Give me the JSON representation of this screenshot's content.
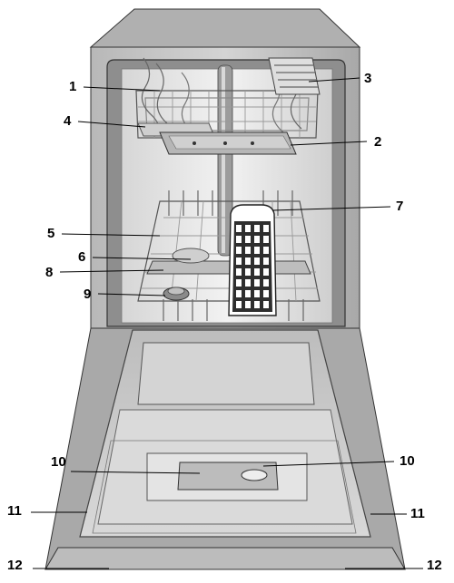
{
  "callouts": [
    {
      "id": "1",
      "label": "1"
    },
    {
      "id": "2",
      "label": "2"
    },
    {
      "id": "3",
      "label": "3"
    },
    {
      "id": "4",
      "label": "4"
    },
    {
      "id": "5",
      "label": "5"
    },
    {
      "id": "6",
      "label": "6"
    },
    {
      "id": "7",
      "label": "7"
    },
    {
      "id": "8",
      "label": "8"
    },
    {
      "id": "9",
      "label": "9"
    },
    {
      "id": "10a",
      "label": "10"
    },
    {
      "id": "10b",
      "label": "10"
    },
    {
      "id": "11a",
      "label": "11"
    },
    {
      "id": "11b",
      "label": "11"
    },
    {
      "id": "12a",
      "label": "12"
    },
    {
      "id": "12b",
      "label": "12"
    }
  ],
  "colors": {
    "body": "#c8c8c8",
    "body_dark": "#9a9a9a",
    "top": "#b4b4b4",
    "tub": "#e6e6e6",
    "door_panel": "#d2d2d2",
    "rack_wire": "#555555",
    "line": "#000000"
  }
}
